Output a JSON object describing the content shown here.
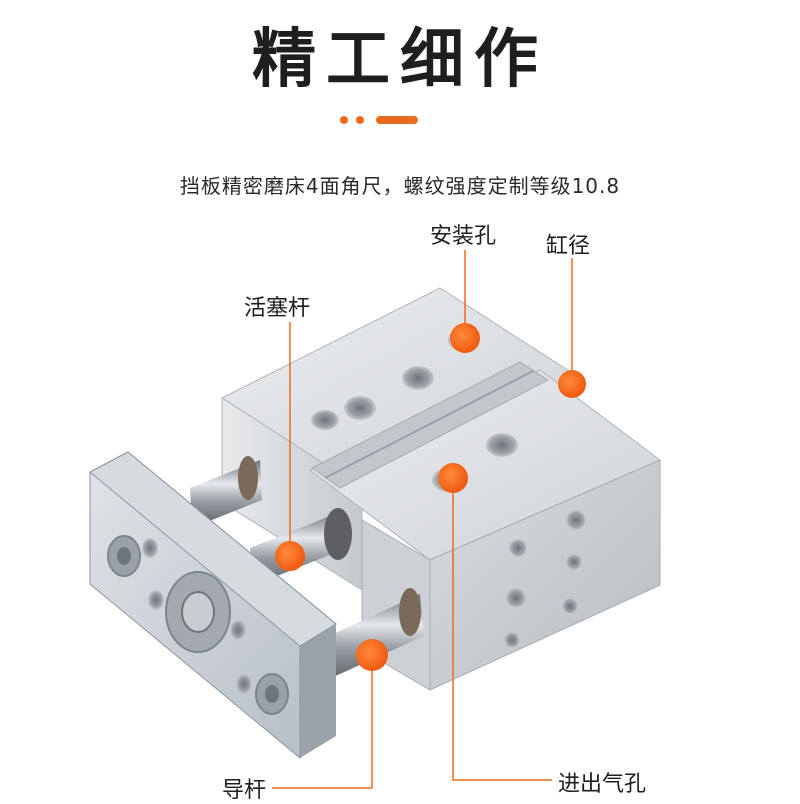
{
  "header": {
    "title": "精工细作",
    "subtitle": "挡板精密磨床4面角尺，螺纹强度定制等级10.8"
  },
  "callouts": {
    "mounting_hole": "安装孔",
    "bore": "缸径",
    "piston_rod": "活塞杆",
    "guide_rod": "导杆",
    "air_port": "进出气孔"
  },
  "colors": {
    "accent": "#f06a1d",
    "leader_line": "#f06a1d",
    "metal_light": "#e4e6e8",
    "metal_dark": "#9ea3a8"
  }
}
